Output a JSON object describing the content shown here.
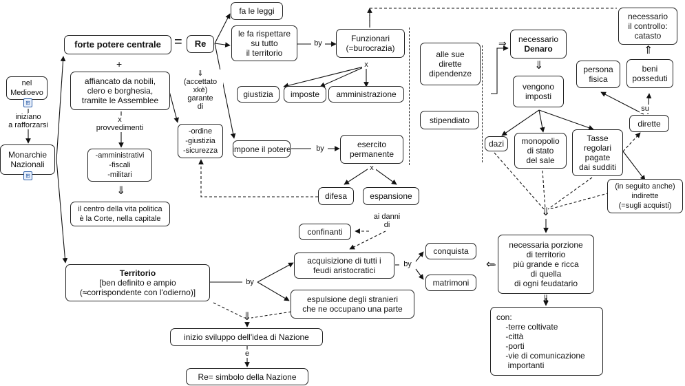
{
  "nodes": {
    "medioevo": "nel\nMedioevo",
    "monarchie": "Monarchie\nNazionali",
    "forte_potere": "forte potere centrale",
    "re": "Re",
    "affiancato": "affiancato da nobili,\nclero e borghesia,\ntramite le Assemblee",
    "provv_list": "-amministrativi\n-fiscali\n-militari",
    "centro": "il centro della vita politica\nè la Corte, nella capitale",
    "ordine": "-ordine\n-giustizia\n-sicurezza",
    "fa_leggi": "fa le leggi",
    "fa_rispettare": "le fa rispettare\nsu tutto\nil territorio",
    "funzionari": "Funzionari\n(=burocrazia)",
    "giustizia": "giustizia",
    "imposte": "imposte",
    "amministrazione": "amministrazione",
    "impone": "impone il potere",
    "esercito": "esercito\npermanente",
    "difesa": "difesa",
    "espansione": "espansione",
    "confinanti": "confinanti",
    "alle_sue": "alle sue\ndirette\ndipendenze",
    "stipendiato": "stipendiato",
    "denaro_a": "necessario",
    "denaro_b": "Denaro",
    "vengono": "vengono\nimposti",
    "dazi": "dazi",
    "monopolio": "monopolio\ndi stato\ndel sale",
    "tasse": "Tasse\nregolari\npagate\ndai sudditi",
    "dirette": "dirette",
    "persona": "persona\nfisica",
    "beni": "beni\nposseduti",
    "controllo": "necessario\nil controllo:\ncatasto",
    "indirette": "(in seguito anche)\nindirette\n(=sugli acquisti)",
    "porzione": "necessaria porzione\ndi territorio\npiù grande e ricca\ndi quella\ndi ogni feudatario",
    "con": "con:\n    -terre coltivate\n    -città\n    -porti\n    -vie di comunicazione\n     importanti",
    "territorio_a": "Territorio",
    "territorio_b": "[ben definito e ampio\n(≈corrispondente con l'odierno)]",
    "acquisizione": "acquisizione di tutti i\nfeudi aristocratici",
    "conquista": "conquista",
    "matrimoni": "matrimoni",
    "espulsione": "espulsione degli stranieri\nche ne occupano una parte",
    "inizio": "inizio sviluppo dell'idea di Nazione",
    "simbolo": "Re= simbolo della Nazione"
  },
  "labels": {
    "iniziano": "iniziano\na rafforzarsi",
    "plus": "+",
    "equals": "=",
    "x_provv": "x\nprovvedimenti",
    "implies_corte": "⇓",
    "accettato": "⇓\n(accettato\nxkè)\ngarante\ndi",
    "by_funz": "by",
    "x_funz": "x",
    "by_eserc": "by",
    "x_eserc": "x",
    "ai_danni": "ai danni\ndi",
    "implies_denaro": "⇒",
    "implies_vengono": "⇓",
    "su": "su",
    "implies_catasto": "⇑",
    "implies_porzione": "⇓",
    "implies_con": "⇓",
    "implies_acq": "⇐",
    "by_terr": "by",
    "by_acq": "by",
    "implies_inizio": "⇓",
    "e": "e"
  },
  "colors": {
    "line": "#111111",
    "icon": "#2a5da8"
  }
}
